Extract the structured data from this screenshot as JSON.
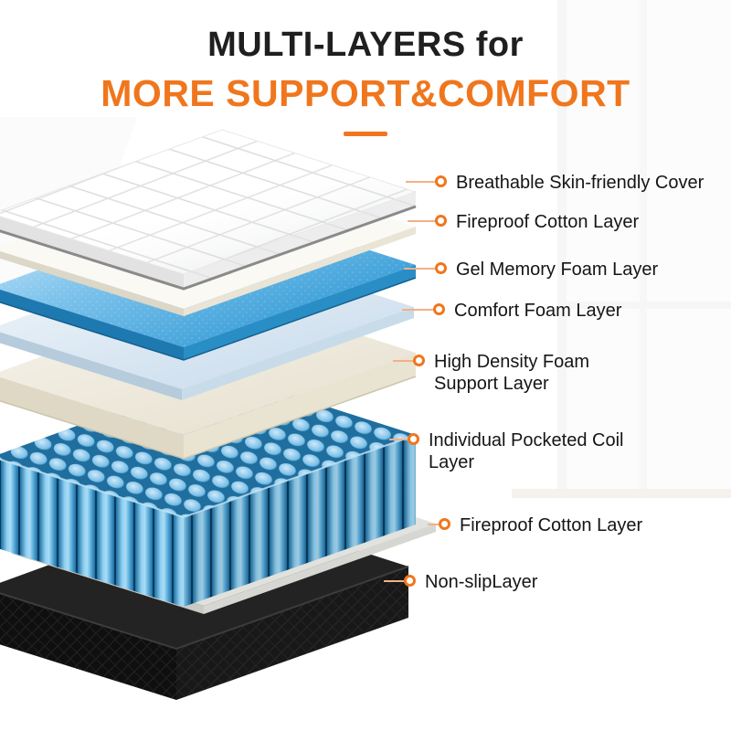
{
  "colors": {
    "accent_orange": "#F0761D",
    "heading_black": "#1F1F1F",
    "gel_blue": "#2F98D4",
    "coil_blue": "#5FB0DE",
    "base_black": "#181818"
  },
  "header": {
    "line1": "MULTI-LAYERS for",
    "line2": "MORE SUPPORT&COMFORT"
  },
  "labels": [
    {
      "text": "Breathable Skin-friendly Cover"
    },
    {
      "text": "Fireproof Cotton Layer"
    },
    {
      "text": "Gel Memory Foam Layer"
    },
    {
      "text": "Comfort Foam Layer"
    },
    {
      "text": "High Density Foam Support Layer"
    },
    {
      "text": "Individual Pocketed Coil Layer"
    },
    {
      "text": "Fireproof Cotton Layer"
    },
    {
      "text": "Non-slipLayer"
    }
  ]
}
